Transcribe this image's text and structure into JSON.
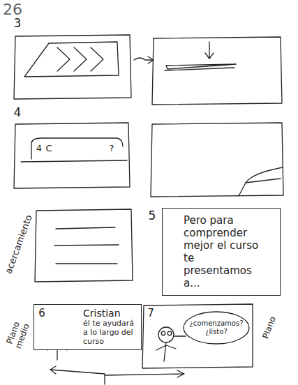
{
  "diagram": {
    "nodes": [
      {
        "text": [
          "Pero para comprender mejor el curso te presentamos a..."
        ]
      },
      {
        "text": [
          "Cristian",
          "él te ayudará a lo largo del curso"
        ]
      },
      {
        "text": [
          "¿comenzamos? ¿listo?"
        ]
      }
    ],
    "labels": [
      "26",
      "3",
      "4",
      "4",
      "C",
      "?",
      "acercamiento",
      "5",
      "Plano medio",
      "6",
      "7",
      "Plano"
    ]
  }
}
